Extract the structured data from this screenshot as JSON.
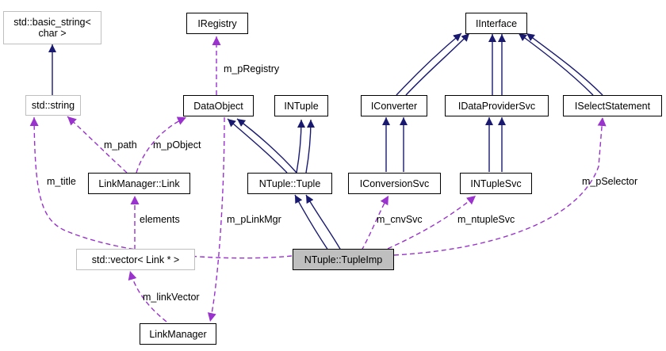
{
  "colors": {
    "inherit_edge": "#191970",
    "usage_edge": "#9a32cd",
    "external_border": "#bfbfbf",
    "focus_fill": "#bfbfbf"
  },
  "nodes": {
    "basic_string": {
      "line1": "std::basic_string<",
      "line2": "char >"
    },
    "std_string": "std::string",
    "iregistry": "IRegistry",
    "dataobject": "DataObject",
    "ituple": "INTuple",
    "iinterface": "IInterface",
    "iconverter": "IConverter",
    "idataprovidersvc": "IDataProviderSvc",
    "iselectstatement": "ISelectStatement",
    "linkmanager_link": "LinkManager::Link",
    "ntuple_tuple": "NTuple::Tuple",
    "iconversionsvc": "IConversionSvc",
    "intuplesvc": "INTupleSvc",
    "std_vector": "std::vector< Link * >",
    "ntuple_tupleimp": "NTuple::TupleImp",
    "linkmanager": "LinkManager"
  },
  "edge_labels": {
    "m_pRegistry": "m_pRegistry",
    "m_path": "m_path",
    "m_pObject": "m_pObject",
    "m_title": "m_title",
    "elements": "elements",
    "m_pLinkMgr": "m_pLinkMgr",
    "m_cnvSvc": "m_cnvSvc",
    "m_ntupleSvc": "m_ntupleSvc",
    "m_pSelector": "m_pSelector",
    "m_linkVector": "m_linkVector"
  }
}
